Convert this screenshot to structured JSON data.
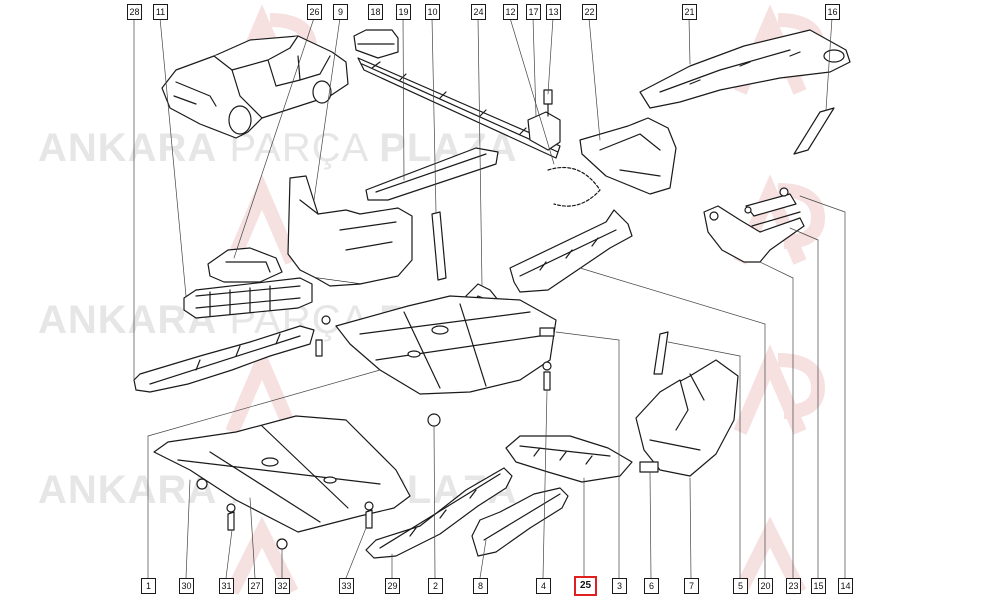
{
  "diagram": {
    "callouts_top": [
      "28",
      "11",
      "26",
      "9",
      "18",
      "19",
      "10",
      "24",
      "12",
      "17",
      "13",
      "22",
      "21",
      "16"
    ],
    "callouts_bottom": [
      "1",
      "30",
      "31",
      "27",
      "32",
      "33",
      "29",
      "2",
      "8",
      "4",
      "25",
      "3",
      "6",
      "7",
      "5",
      "20",
      "23",
      "15",
      "14"
    ],
    "highlighted": "25",
    "highlight_color": "#e02020"
  },
  "watermark": {
    "word1": "ANKARA",
    "word2": "PARÇA",
    "word3": "PLAZA",
    "color": "#e6e6e6"
  }
}
